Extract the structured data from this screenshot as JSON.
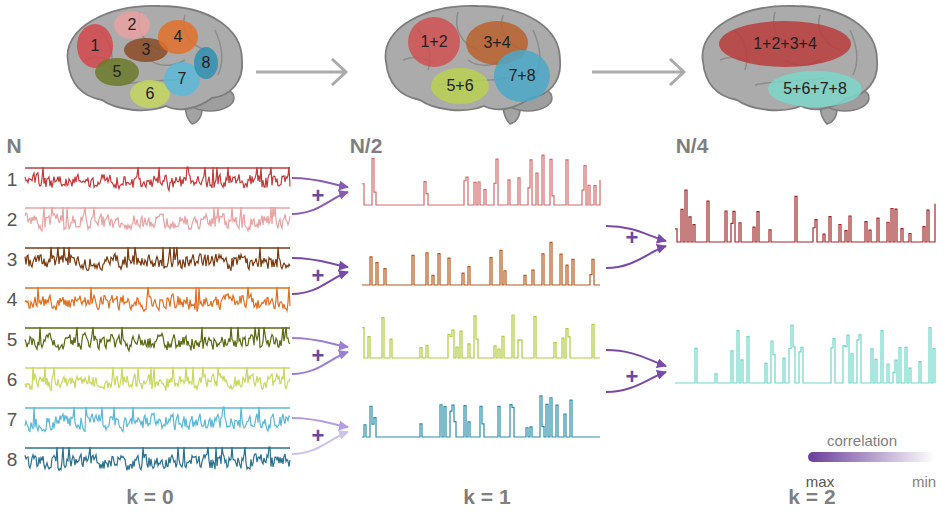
{
  "diagram": {
    "nodes": [
      {
        "text": [
          "1"
        ]
      },
      {
        "text": [
          "2"
        ]
      },
      {
        "text": [
          "3"
        ]
      },
      {
        "text": [
          "4"
        ]
      },
      {
        "text": [
          "5"
        ]
      },
      {
        "text": [
          "6"
        ]
      },
      {
        "text": [
          "7"
        ]
      },
      {
        "text": [
          "8"
        ]
      },
      {
        "text": [
          "1+2"
        ]
      },
      {
        "text": [
          "3+4"
        ]
      },
      {
        "text": [
          "5+6"
        ]
      },
      {
        "text": [
          "7+8"
        ]
      },
      {
        "text": [
          "1+2+3+4"
        ]
      },
      {
        "text": [
          "5+6+7+8"
        ]
      }
    ],
    "labels": [
      "N",
      "N/2",
      "N/4",
      "1",
      "2",
      "3",
      "4",
      "5",
      "6",
      "7",
      "8",
      "+",
      "+",
      "+",
      "+",
      "+",
      "+",
      "k = 0",
      "k = 1",
      "k = 2",
      "correlation",
      "max",
      "min"
    ]
  }
}
